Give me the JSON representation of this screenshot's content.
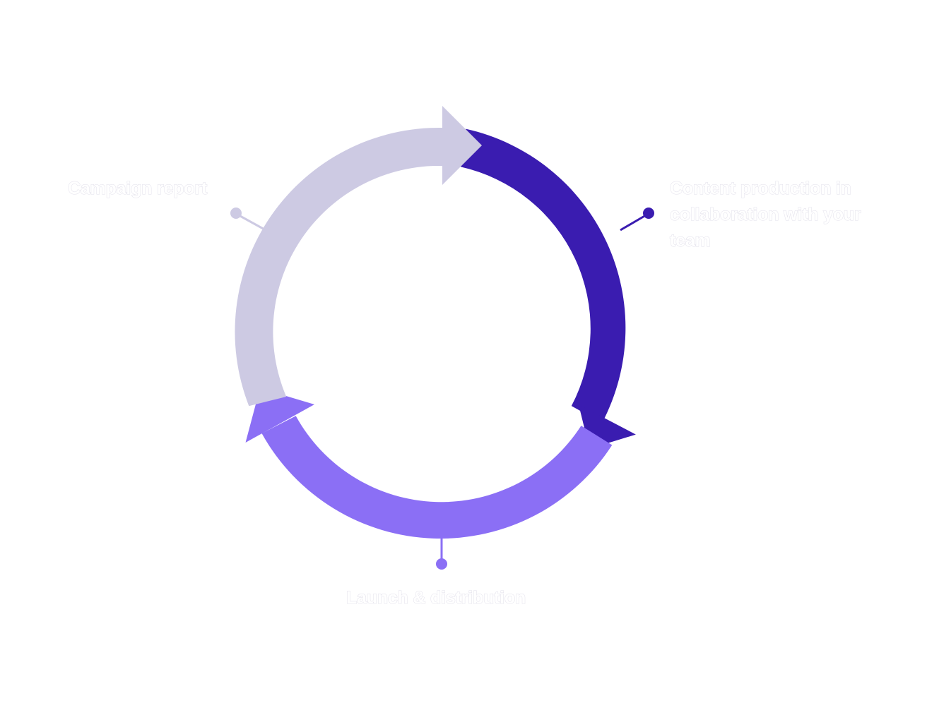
{
  "diagram": {
    "stages": [
      {
        "id": "content",
        "label": "Content production in collaboration with your team",
        "color": "#3a1cb0"
      },
      {
        "id": "launch",
        "label": "Launch & distribution",
        "color": "#8b6ff5"
      },
      {
        "id": "report",
        "label": "Campaign report",
        "color": "#cdcae3"
      }
    ]
  }
}
